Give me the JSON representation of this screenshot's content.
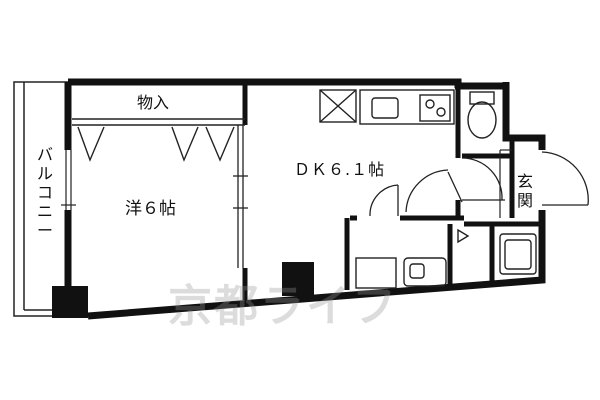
{
  "rooms": {
    "storage": "物入",
    "western_room": "洋６帖",
    "dining_kitchen": "ＤＫ６.１帖",
    "balcony": [
      "バ",
      "ル",
      "コ",
      "ニ",
      "ー"
    ],
    "entrance": [
      "玄",
      "関"
    ]
  },
  "watermark": "京都ライフ",
  "colors": {
    "wall": "#111111",
    "line": "#222222",
    "background": "#ffffff",
    "watermark": "#b4b4b4"
  }
}
